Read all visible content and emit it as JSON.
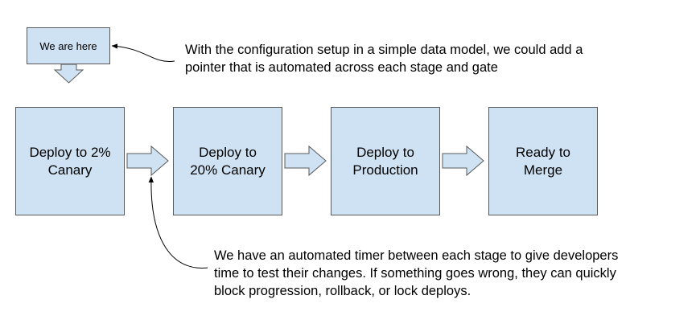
{
  "marker": {
    "label": "We are here"
  },
  "stages": [
    {
      "label": "Deploy to 2%\nCanary"
    },
    {
      "label": "Deploy to\n20% Canary"
    },
    {
      "label": "Deploy to\nProduction"
    },
    {
      "label": "Ready to\nMerge"
    }
  ],
  "notes": {
    "top": [
      "With the configuration setup in a simple data model, we could add a",
      "pointer that is automated across each stage and gate"
    ],
    "bottom": [
      "We have an automated timer between each stage to give developers",
      "time to test their changes. If something goes wrong, they can quickly",
      "block progression, rollback, or lock deploys."
    ]
  },
  "colors": {
    "box_fill": "#cfe2f3",
    "box_stroke": "#595959",
    "arrow_fill": "#cfe2f3",
    "connector": "#000000"
  }
}
